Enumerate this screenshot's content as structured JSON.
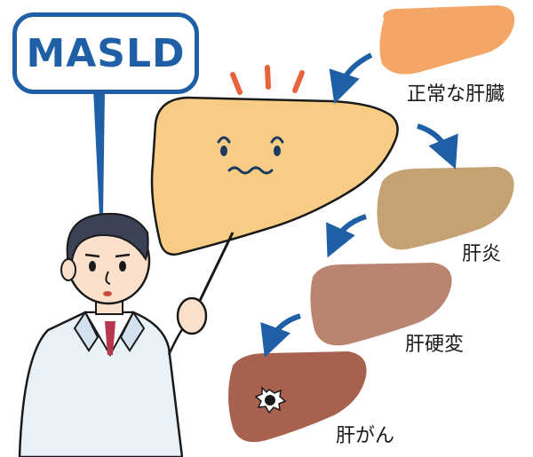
{
  "bubble_text": "MASLD",
  "stages": {
    "normal": "正常な肝臓",
    "hepatitis": "肝炎",
    "cirrhosis": "肝硬変",
    "cancer": "肝がん"
  },
  "colors": {
    "accent": "#1f5fa6",
    "normal_liver": "#f3a666",
    "fatty_liver": "#f7cc84",
    "hepatitis_liver": "#c4a273",
    "cirrhosis_liver": "#b98570",
    "cancer_liver": "#a8614f"
  }
}
